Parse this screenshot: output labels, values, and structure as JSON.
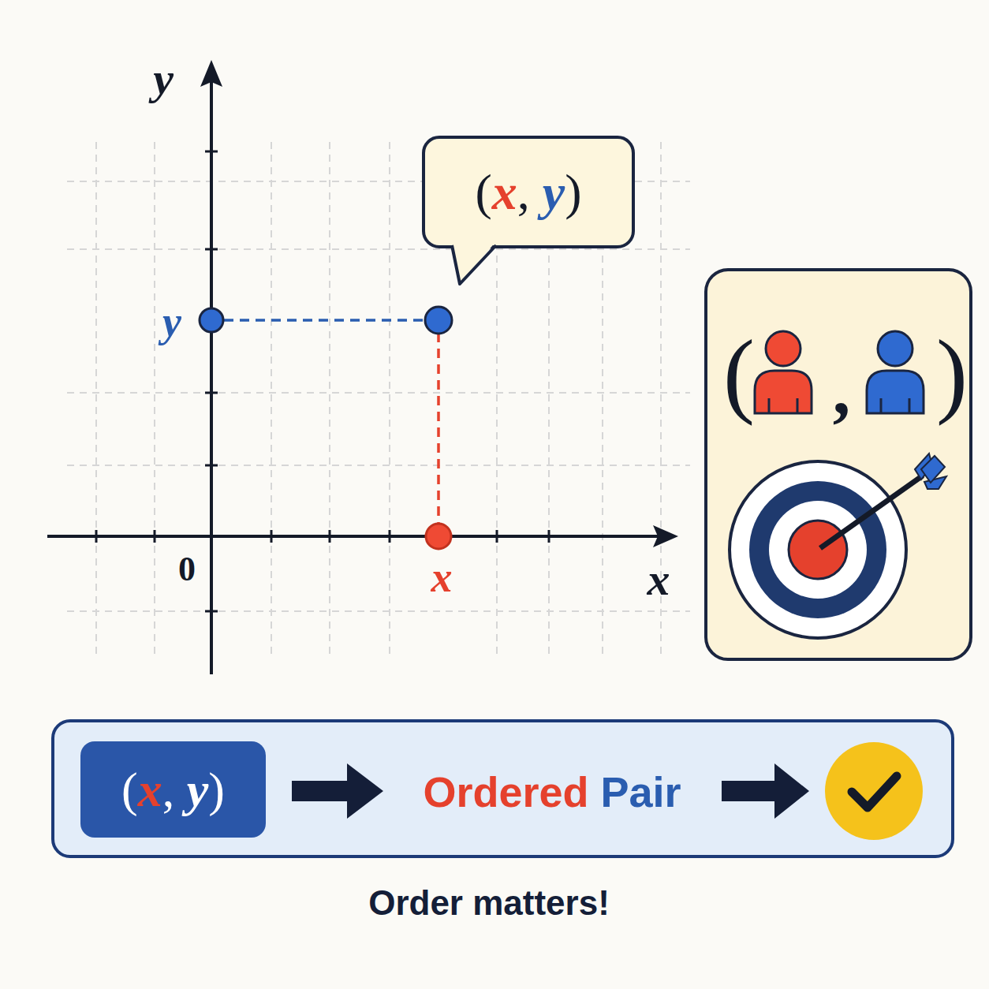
{
  "diagram": {
    "caption": "Order matters!",
    "nodes": [
      {
        "text": [
          "(x, y)"
        ]
      },
      {
        "text": [
          "(",
          ",",
          ")"
        ]
      },
      {
        "text": [
          "Ordered Pair"
        ]
      },
      {
        "text": [
          "(x, y)"
        ],
        "in": 2
      }
    ],
    "labels": [
      "y",
      "y",
      "0",
      "x",
      "x"
    ]
  }
}
